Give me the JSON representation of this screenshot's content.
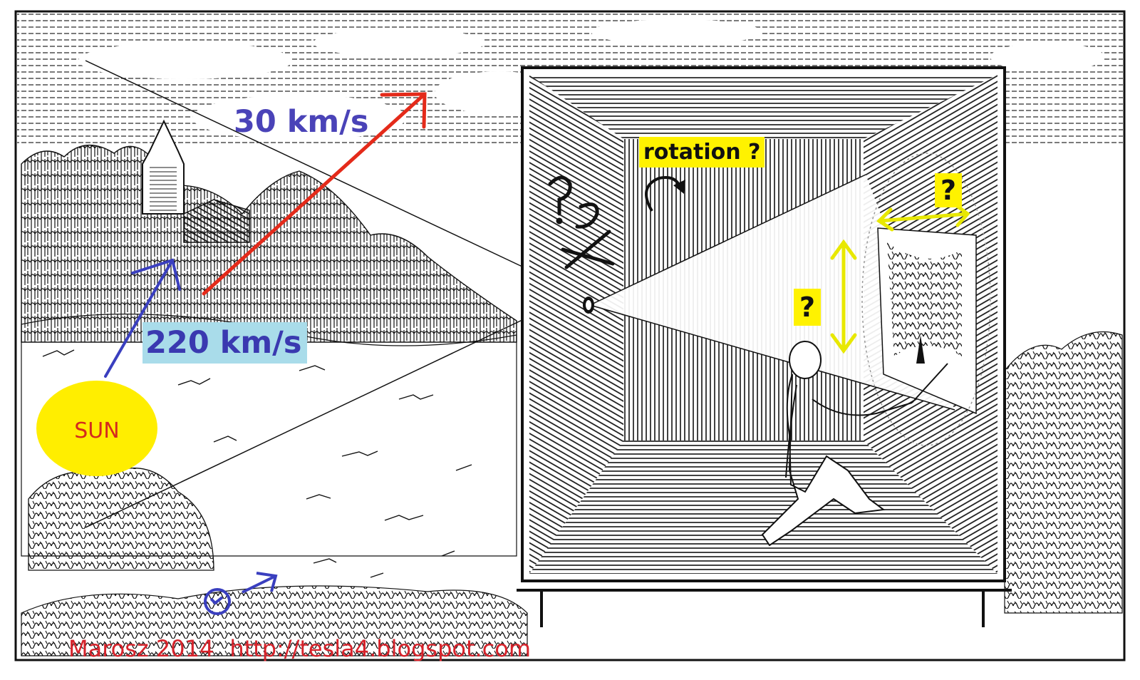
{
  "annotations": {
    "orbital_speed": "30 km/s",
    "galactic_speed": "220 km/s",
    "rotation_label": "rotation ?",
    "question_top": "?",
    "question_mid": "?",
    "sun_label": "SUN"
  },
  "credit": {
    "author": "Marosz 2014",
    "url": "http://tesla4.blogspot.com"
  },
  "colors": {
    "sun": "#ffee00",
    "orbital_arrow": "#e42a1a",
    "galactic_arrow": "#3a3fbf",
    "highlight_yellow": "#fff200",
    "highlight_blue": "#a9dcea",
    "yellow_arrows": "#e8e800",
    "credit_text": "#d6232b"
  }
}
